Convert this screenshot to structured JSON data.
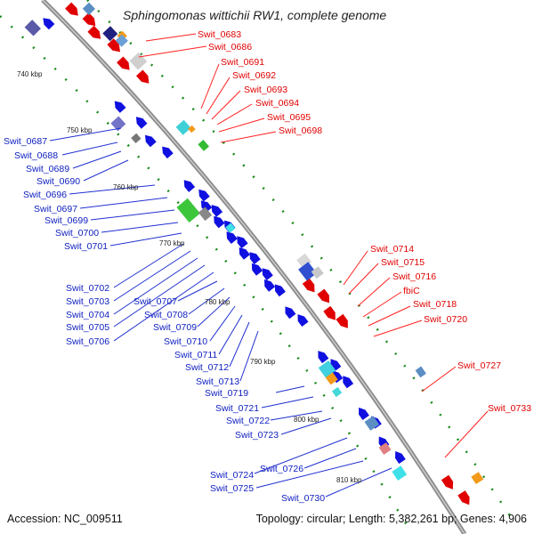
{
  "title": "Sphingomonas wittichii RW1, complete genome",
  "accession": "Accession: NC_009511",
  "topology": "Topology: circular; Length: 5,382,261 bp; Genes: 4,906",
  "colors": {
    "forward_gene": "#e00000",
    "reverse_gene": "#1010e0",
    "backbone": "#8c8c8c",
    "tick_dots": "#1a8a1a",
    "red_label": "#e00000",
    "blue_label": "#1020c0"
  },
  "ticks": [
    "740 kbp",
    "750 kbp",
    "760 kbp",
    "770 kbp",
    "780 kbp",
    "790 kbp",
    "800 kbp",
    "810 kbp"
  ],
  "labels_red": [
    "Swit_0683",
    "Swit_0686",
    "Swit_0691",
    "Swit_0692",
    "Swit_0693",
    "Swit_0694",
    "Swit_0695",
    "Swit_0698",
    "Swit_0714",
    "Swit_0715",
    "Swit_0716",
    "fbiC",
    "Swit_0718",
    "Swit_0720",
    "Swit_0727",
    "Swit_0733"
  ],
  "labels_blue": [
    "Swit_0687",
    "Swit_0688",
    "Swit_0689",
    "Swit_0690",
    "Swit_0696",
    "Swit_0697",
    "Swit_0699",
    "Swit_0700",
    "Swit_0701",
    "Swit_0702",
    "Swit_0703",
    "Swit_0704",
    "Swit_0705",
    "Swit_0706",
    "Swit_0707",
    "Swit_0708",
    "Swit_0709",
    "Swit_0710",
    "Swit_0711",
    "Swit_0712",
    "Swit_0713",
    "Swit_0719",
    "Swit_0721",
    "Swit_0722",
    "Swit_0723",
    "Swit_0724",
    "Swit_0726",
    "Swit_0725",
    "Swit_0730"
  ]
}
